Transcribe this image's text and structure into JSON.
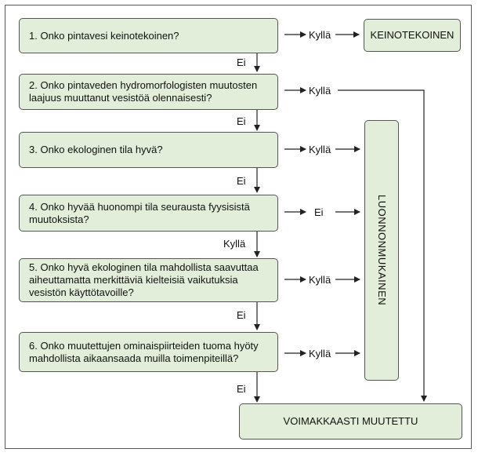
{
  "questions": [
    "1. Onko pintavesi keinotekoinen?",
    "2. Onko pintaveden hydromorfologisten muutosten laajuus muuttanut vesistöä olennaisesti?",
    "3. Onko ekologinen tila hyvä?",
    "4. Onko hyvää huonompi tila seurausta fyysisistä muutoksista?",
    "5. Onko hyvä ekologinen tila mahdollista saavuttaa aiheuttamatta merkittäviä kielteisiä vaikutuksia vesistön käyttötavoille?",
    "6. Onko muutettujen ominaispiirteiden tuoma hyöty mahdollista aikaansaada muilla toimenpiteillä?"
  ],
  "side_labels": [
    "Kyllä",
    "Kyllä",
    "Kyllä",
    "Ei",
    "Kyllä",
    "Kyllä"
  ],
  "down_labels": [
    "Ei",
    "Ei",
    "Ei",
    "Kyllä",
    "Ei",
    "Ei"
  ],
  "outcomes": {
    "artificial": "KEINOTEKOINEN",
    "natural": "LUONNONMUKAINEN",
    "heavily_modified": "VOIMAKKAASTI MUUTETTU"
  },
  "colors": {
    "box_fill": "#e2eed9",
    "border": "#555555"
  }
}
